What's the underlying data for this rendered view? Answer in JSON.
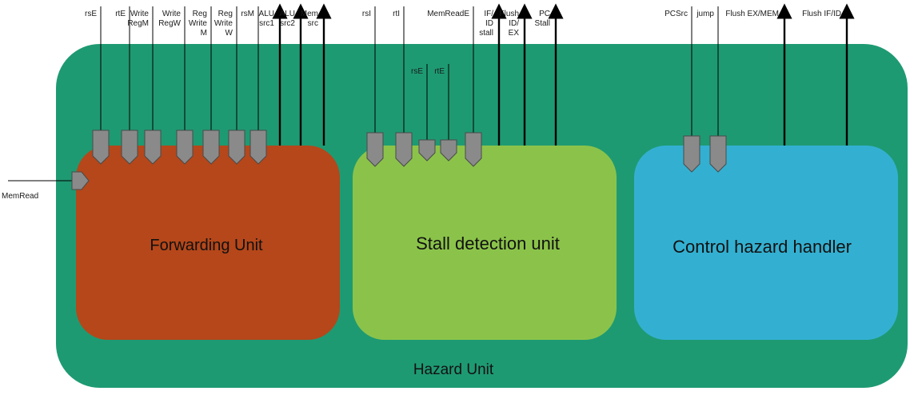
{
  "diagram": {
    "hazard_unit_title": "Hazard Unit",
    "colors": {
      "hazard_unit": "#1e9a72",
      "forwarding_unit": "#b5471a",
      "stall_unit": "#8bc34a",
      "control_unit": "#33b0d1",
      "connector": "#8a8a8a",
      "line": "#000000"
    },
    "forwarding_unit": {
      "title": "Forwarding Unit",
      "inputs": [
        "rsE",
        "rtE",
        "WriteRegM",
        "WriteRegW",
        "RegWriteM",
        "RegWriteW",
        "rsM"
      ],
      "outputs": [
        "ALUsrc1",
        "ALUsrc2",
        "Memsrc"
      ]
    },
    "stall_unit": {
      "title": "Stall detection unit",
      "inputs": [
        "rsI",
        "rtI",
        "rsE",
        "rtE",
        "MemReadE"
      ],
      "outputs": [
        "IF/ID stall",
        "Flush ID/EX",
        "PC Stall"
      ]
    },
    "control_unit": {
      "title": "Control hazard handler",
      "inputs": [
        "PCSrc",
        "jump"
      ],
      "outputs": [
        "Flush EX/MEM",
        "Flush IF/ID"
      ]
    },
    "side_input": "MemRead"
  }
}
